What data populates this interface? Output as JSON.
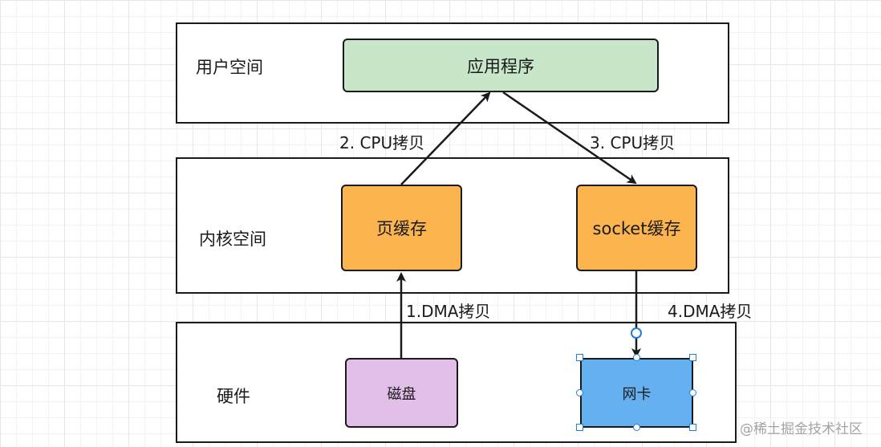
{
  "layers": {
    "user_space": "用户空间",
    "kernel_space": "内核空间",
    "hardware": "硬件"
  },
  "nodes": {
    "application": "应用程序",
    "page_cache": "页缓存",
    "socket_cache": "socket缓存",
    "disk": "磁盘",
    "nic": "网卡"
  },
  "edges": {
    "step1": "1.DMA拷贝",
    "step2": "2. CPU拷贝",
    "step3": "3. CPU拷贝",
    "step4": "4.DMA拷贝"
  },
  "colors": {
    "application": "#c8e6c9",
    "cache": "#fbb44e",
    "disk": "#e1bfe8",
    "nic": "#64b0f0",
    "selection": "#1e7fd8"
  },
  "watermark": "@稀土掘金技术社区"
}
